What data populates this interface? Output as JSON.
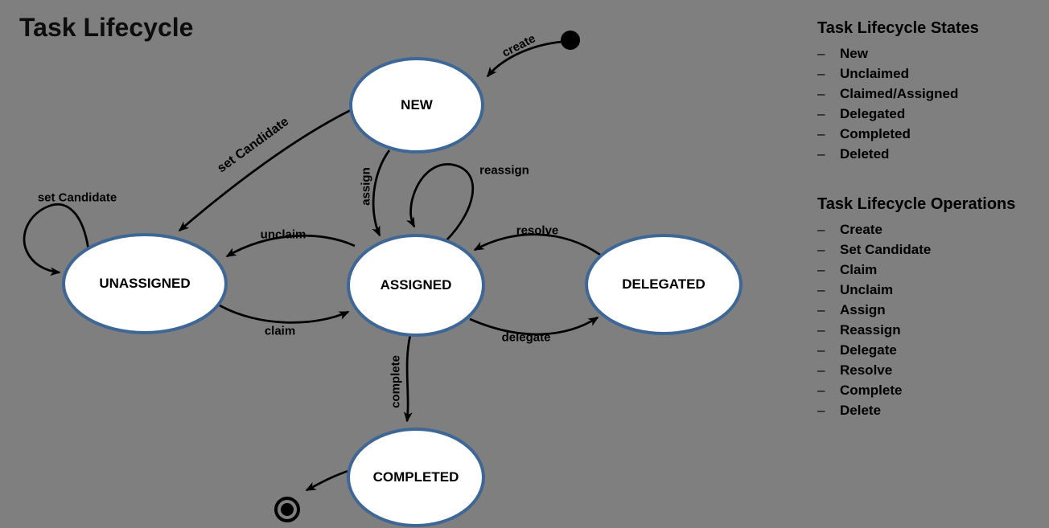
{
  "title": "Task Lifecycle",
  "colors": {
    "background": "#7F7F7F",
    "state_fill": "#FFFFFF",
    "state_border": "#3F6795",
    "line": "#000000",
    "text": "#000000"
  },
  "diagram": {
    "states": {
      "new": "NEW",
      "unassigned": "UNASSIGNED",
      "assigned": "ASSIGNED",
      "delegated": "DELEGATED",
      "completed": "COMPLETED"
    },
    "markers": {
      "initial_state": "filled-circle",
      "final_state": "bullseye-circle"
    },
    "transitions": {
      "create": "create",
      "set_candidate": "set Candidate",
      "set_candidate_loop": "set Candidate",
      "assign": "assign",
      "reassign": "reassign",
      "unclaim": "unclaim",
      "claim": "claim",
      "resolve": "resolve",
      "delegate": "delegate",
      "complete": "complete"
    }
  },
  "legend": {
    "bullet": "–",
    "states": {
      "heading": "Task Lifecycle States",
      "items": [
        "New",
        "Unclaimed",
        "Claimed/Assigned",
        "Delegated",
        "Completed",
        "Deleted"
      ]
    },
    "operations": {
      "heading": "Task Lifecycle Operations",
      "items": [
        "Create",
        "Set Candidate",
        "Claim",
        "Unclaim",
        "Assign",
        "Reassign",
        "Delegate",
        "Resolve",
        "Complete",
        "Delete"
      ]
    }
  }
}
